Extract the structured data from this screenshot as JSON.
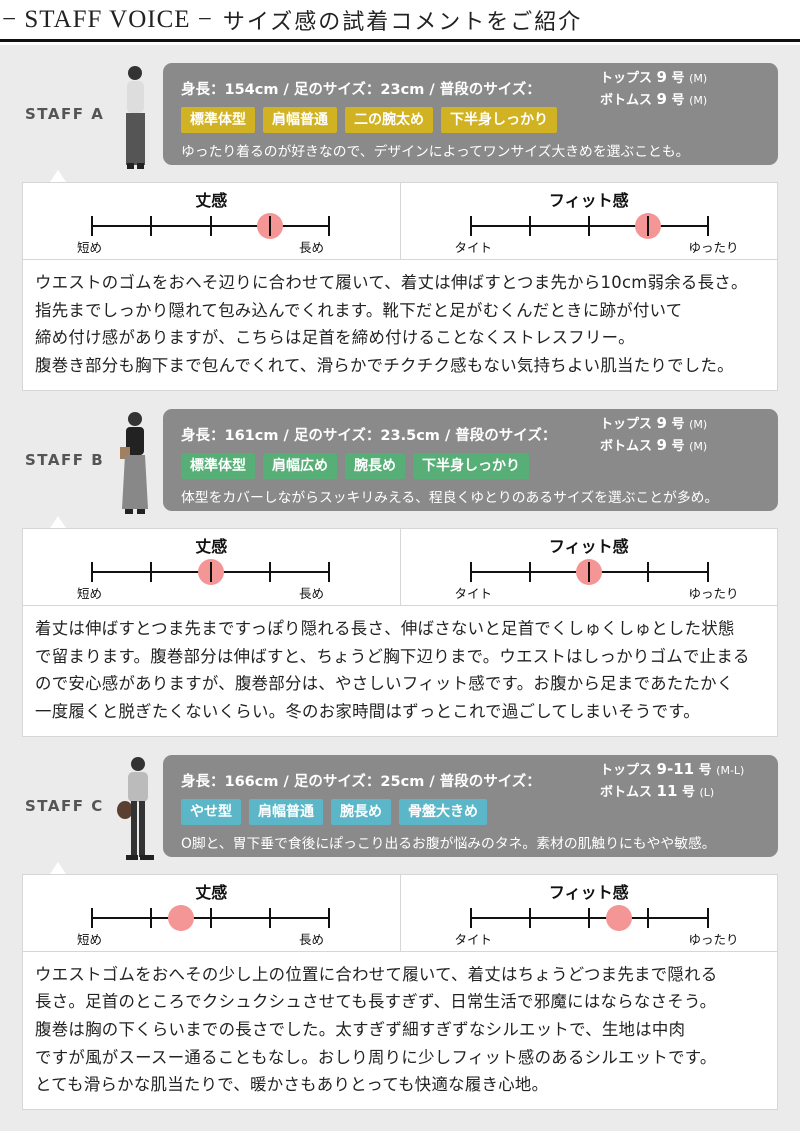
{
  "header": {
    "en": "− STAFF VOICE −",
    "jp": "サイズ感の試着コメントをご紹介"
  },
  "colors": {
    "A": "#d1b223",
    "B": "#58ae77",
    "C": "#5bb7c8",
    "dot": "#f49696"
  },
  "scale_labels": {
    "length_title": "丈感",
    "fit_title": "フィット感",
    "short": "短め",
    "long": "長め",
    "tight": "タイト",
    "loose": "ゆったり"
  },
  "staff": [
    {
      "label": "STAFF A",
      "stats": "身長：154cm / 足のサイズ：23cm / 普段のサイズ：",
      "tops_label": "トップス",
      "tops": "9",
      "tops_size": "(M)",
      "bottoms_label": "ボトムス",
      "bottoms": "9",
      "bottoms_size": "(M)",
      "unit": "号",
      "tags": [
        "標準体型",
        "肩幅普通",
        "二の腕太め",
        "下半身しっかり"
      ],
      "comment": "ゆったり着るのが好きなので、デザインによってワンサイズ大きめを選ぶことも。",
      "length_level": 3,
      "fit_level": 3,
      "text": [
        "ウエストのゴムをおへそ辺りに合わせて履いて、着丈は伸ばすとつま先から10cm弱余る長さ。",
        "指先までしっかり隠れて包み込んでくれます。靴下だと足がむくんだときに跡が付いて",
        "締め付け感がありますが、こちらは足首を締め付けることなくストレスフリー。",
        "腹巻き部分も胸下まで包んでくれて、滑らかでチクチク感もない気持ちよい肌当たりでした。"
      ]
    },
    {
      "label": "STAFF B",
      "stats": "身長：161cm / 足のサイズ：23.5cm / 普段のサイズ：",
      "tops_label": "トップス",
      "tops": "9",
      "tops_size": "(M)",
      "bottoms_label": "ボトムス",
      "bottoms": "9",
      "bottoms_size": "(M)",
      "unit": "号",
      "tags": [
        "標準体型",
        "肩幅広め",
        "腕長め",
        "下半身しっかり"
      ],
      "comment": "体型をカバーしながらスッキリみえる、程良くゆとりのあるサイズを選ぶことが多め。",
      "length_level": 2,
      "fit_level": 2,
      "text": [
        "着丈は伸ばすとつま先まですっぽり隠れる長さ、伸ばさないと足首でくしゅくしゅとした状態",
        "で留まります。腹巻部分は伸ばすと、ちょうど胸下辺りまで。ウエストはしっかりゴムで止まる",
        "ので安心感がありますが、腹巻部分は、やさしいフィット感です。お腹から足まであたたかく",
        "一度履くと脱ぎたくないくらい。冬のお家時間はずっとこれで過ごしてしまいそうです。"
      ]
    },
    {
      "label": "STAFF C",
      "stats": "身長：166cm / 足のサイズ：25cm / 普段のサイズ：",
      "tops_label": "トップス",
      "tops": "9-11",
      "tops_size": "(M-L)",
      "bottoms_label": "ボトムス",
      "bottoms": "11",
      "bottoms_size": "(L)",
      "unit": "号",
      "tags": [
        "やせ型",
        "肩幅普通",
        "腕長め",
        "骨盤大きめ"
      ],
      "comment": "O脚と、胃下垂で食後にぽっこり出るお腹が悩みのタネ。素材の肌触りにもやや敏感。",
      "length_level": 1.5,
      "fit_level": 2.5,
      "text": [
        "ウエストゴムをおへその少し上の位置に合わせて履いて、着丈はちょうどつま先まで隠れる",
        "長さ。足首のところでクシュクシュさせても長すぎず、日常生活で邪魔にはならなさそう。",
        "腹巻は胸の下くらいまでの長さでした。太すぎず細すぎずなシルエットで、生地は中肉",
        "ですが風がスースー通ることもなし。おしり周りに少しフィット感のあるシルエットです。",
        "とても滑らかな肌当たりで、暖かさもありとっても快適な履き心地。"
      ]
    }
  ]
}
